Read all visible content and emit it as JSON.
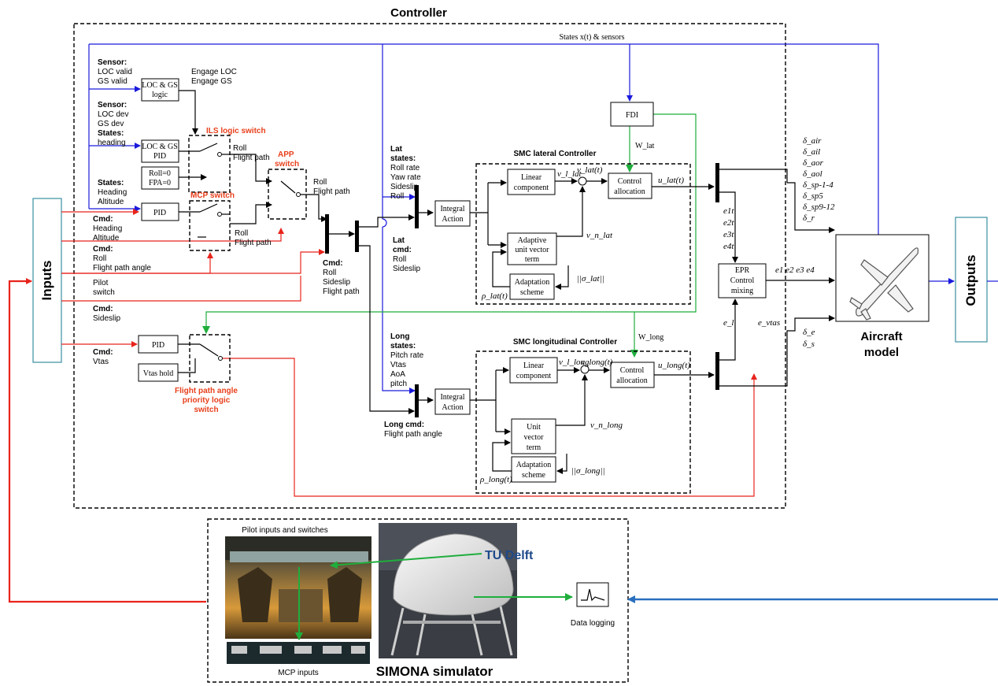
{
  "titles": {
    "controller": "Controller",
    "inputs": "Inputs",
    "outputs": "Outputs",
    "aircraft_model": [
      "Aircraft",
      "model"
    ],
    "simona": "SIMONA simulator",
    "smc_lat": "SMC lateral Controller",
    "smc_long": "SMC longitudinal Controller"
  },
  "top_label": "States x(t) & sensors",
  "blocks": {
    "loc_gs_logic": [
      "LOC & GS",
      "logic"
    ],
    "loc_gs_pid": [
      "LOC & GS",
      "PID"
    ],
    "roll_fpa": [
      "Roll=0",
      "FPA=0"
    ],
    "pid_top": "PID",
    "pid_bottom": "PID",
    "vtas_hold": "Vtas hold",
    "fdi": "FDI",
    "integral_lat": [
      "Integral",
      "Action"
    ],
    "integral_long": [
      "Integral",
      "Action"
    ],
    "linear_lat": [
      "Linear",
      "component"
    ],
    "linear_long": [
      "Linear",
      "component"
    ],
    "adaptive_lat": [
      "Adaptive",
      "unit vector",
      "term"
    ],
    "unit_long": [
      "Unit",
      "vector",
      "term"
    ],
    "adapt_lat": [
      "Adaptation",
      "scheme"
    ],
    "adapt_long": [
      "Adaptation",
      "scheme"
    ],
    "ctrl_alloc_lat": [
      "Control",
      "allocation"
    ],
    "ctrl_alloc_long": [
      "Control",
      "allocation"
    ],
    "epr": [
      "EPR",
      "Control",
      "mixing"
    ],
    "data_logging": "Data logging"
  },
  "switch_labels": {
    "ils": "ILS logic switch",
    "app": [
      "APP",
      "switch"
    ],
    "mcp": "MCP switch",
    "fpa_priority": [
      "Flight path angle",
      "priority logic",
      "switch"
    ]
  },
  "side_labels": {
    "engage": [
      "Engage LOC",
      "Engage GS"
    ],
    "sensor1_head": "Sensor:",
    "sensor1": [
      "LOC valid",
      "GS valid"
    ],
    "sensor2_head": "Sensor:",
    "sensor2": [
      "LOC dev",
      "GS dev"
    ],
    "states1_head": "States:",
    "states1": [
      "heading"
    ],
    "states2_head": "States:",
    "states2": [
      "Heading",
      "Altitude"
    ],
    "cmd1_head": "Cmd:",
    "cmd1": [
      "Heading",
      "Altitude"
    ],
    "cmd2_head": "Cmd:",
    "cmd2": [
      "Roll",
      "Flight path angle"
    ],
    "pilot": [
      "Pilot",
      "switch"
    ],
    "cmd3_head": "Cmd:",
    "cmd3": [
      "Sideslip"
    ],
    "cmd4_head": "Cmd:",
    "cmd4": [
      "Vtas"
    ],
    "roll_fp_ils": [
      "Roll",
      "Flight path"
    ],
    "roll_fp_app": [
      "Roll",
      "Flight path"
    ],
    "roll_fp_mcp": [
      "Roll",
      "Flight path"
    ],
    "cmd_mux_head": "Cmd:",
    "cmd_mux": [
      "Roll",
      "Sideslip",
      "Flight path"
    ],
    "lat_states_head": [
      "Lat",
      "states:"
    ],
    "lat_states": [
      "Roll rate",
      "Yaw rate",
      "Sideslip",
      "Roll"
    ],
    "lat_cmd_head": [
      "Lat",
      "cmd:"
    ],
    "lat_cmd": [
      "Roll",
      "Sideslip"
    ],
    "long_states_head": [
      "Long",
      "states:"
    ],
    "long_states": [
      "Pitch rate",
      "Vtas",
      "AoA",
      "pitch"
    ],
    "long_cmd_head": "Long cmd:",
    "long_cmd": [
      "Flight path angle"
    ],
    "w_lat": "W_lat",
    "w_long": "W_long",
    "pilot_inputs": "Pilot inputs and switches",
    "mcp_inputs": "MCP inputs"
  },
  "math": {
    "v_l_lat": "v_l_lat",
    "v_lat_t": "v_lat(t)",
    "u_lat_t": "u_lat(t)",
    "v_n_lat": "v_n_lat",
    "sigma_lat": "||σ_lat||",
    "rho_lat": "ρ_lat(t)",
    "v_l_long": "v_l_long",
    "v_long_t": "v_long(t)",
    "u_long_t": "u_long(t)",
    "v_n_long": "v_n_long",
    "sigma_long": "||σ_long||",
    "rho_long": "ρ_long(t)",
    "e_lat": [
      "e1t",
      "e2t",
      "e3t",
      "e4t"
    ],
    "e_out": "e1 e2 e3 e4",
    "e_l": "e_l",
    "e_vtas": "e_vtas",
    "deltas": [
      "δ_air",
      "δ_ail",
      "δ_aor",
      "δ_aol",
      "δ_sp-1-4",
      "δ_sp5",
      "δ_sp9-12",
      "δ_r"
    ],
    "deltas_long": [
      "δ_e",
      "δ_s"
    ]
  },
  "images": {
    "aircraft": "aircraft-sketch",
    "simona_logo": "TU Delft",
    "cockpit": "cockpit-photo",
    "mcp_panel": "mcp-panel-photo",
    "simulator": "simona-simulator-photo"
  },
  "colors": {
    "red": "#e8241c",
    "blue": "#1a1adc",
    "green": "#1fae3c",
    "orange_label": "#e8401c",
    "teal_box": "#3a8fa0",
    "steel_blue": "#2a6fbf"
  }
}
